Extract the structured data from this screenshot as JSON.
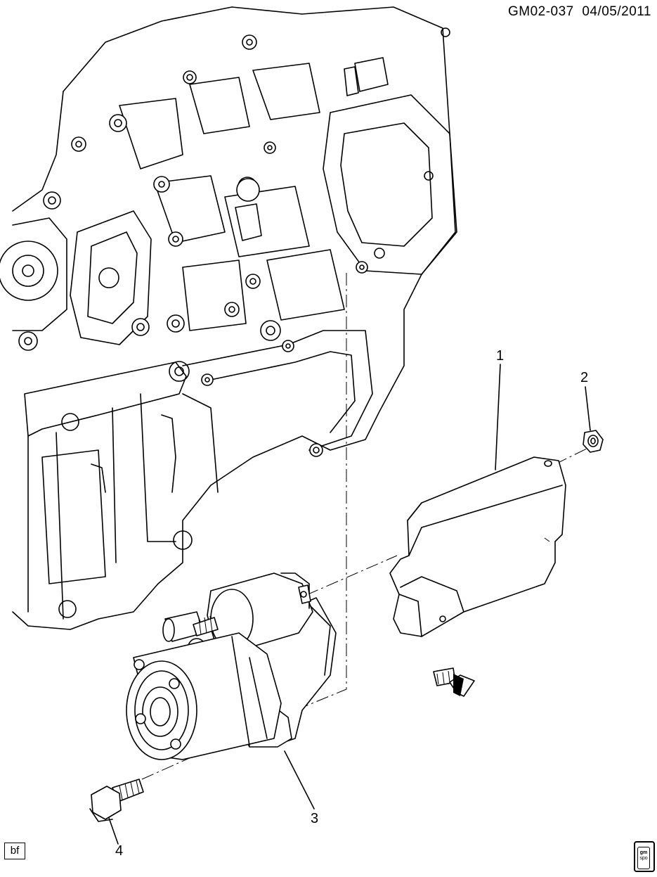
{
  "header": {
    "diagram_code": "GM02-037",
    "date": "04/05/2011"
  },
  "callouts": [
    {
      "number": "1"
    },
    {
      "number": "2"
    },
    {
      "number": "3"
    },
    {
      "number": "4"
    }
  ],
  "footer": {
    "view_tag": "bf",
    "badge_line1": "gm",
    "badge_line2": "spo"
  },
  "icons": [
    "engine-block-drawing",
    "starter-motor-drawing",
    "heat-shield-drawing",
    "nut-drawing",
    "bolt-drawing",
    "connector-direction-icon",
    "gm-spo-logo"
  ]
}
